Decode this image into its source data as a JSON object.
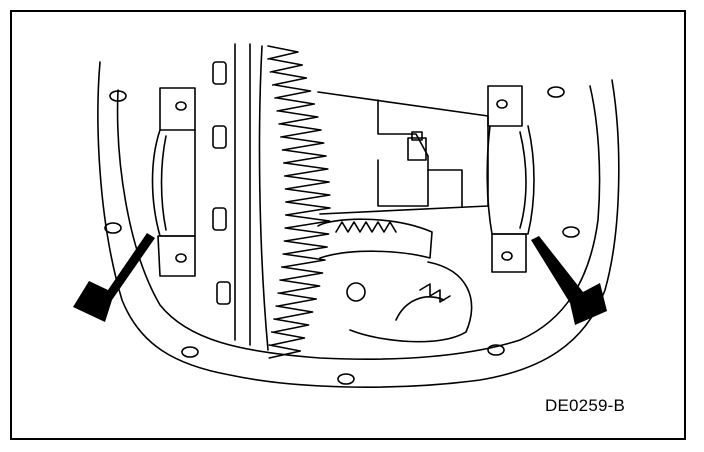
{
  "figure": {
    "code": "DE0259-B",
    "colors": {
      "line": "#000000",
      "background": "#ffffff"
    },
    "callouts": [
      "arrow-left",
      "arrow-right"
    ]
  }
}
